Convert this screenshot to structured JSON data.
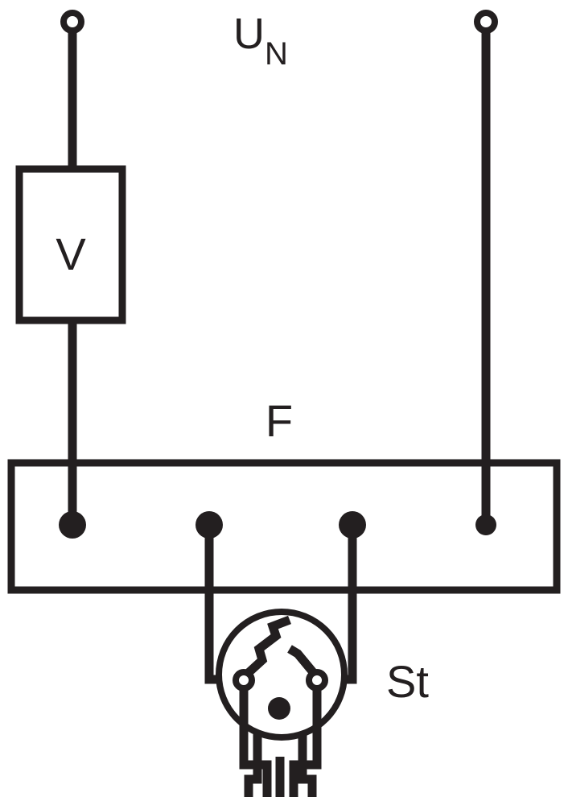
{
  "labels": {
    "supply_main": "U",
    "supply_sub": "N",
    "device": "V",
    "box": "F",
    "socket": "St"
  },
  "colors": {
    "ink": "#231f20",
    "background": "#ffffff"
  },
  "icons": {
    "socket": "schuko-socket-icon",
    "lamp": "glow-lamp-icon",
    "terminal": "open-terminal-icon"
  }
}
